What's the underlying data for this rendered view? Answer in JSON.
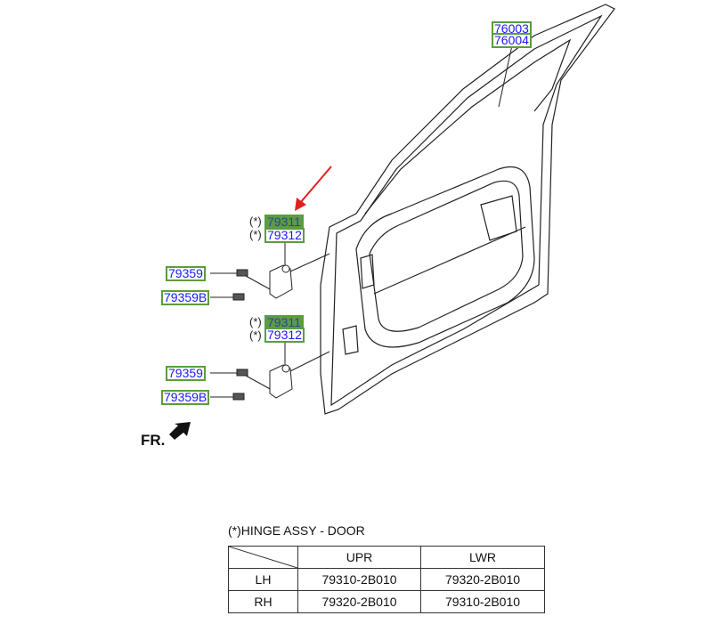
{
  "callouts": {
    "top_a": "76003",
    "top_b": "76004",
    "upper_hinge": {
      "star": "(*)",
      "a": "79311",
      "b": "79312",
      "bolt": "79359",
      "bolt_b": "79359B"
    },
    "lower_hinge": {
      "star": "(*)",
      "a": "79311",
      "b": "79312",
      "bolt": "79359",
      "bolt_b": "79359B"
    }
  },
  "front_indicator": "FR.",
  "hinge_table": {
    "title": "(*)HINGE ASSY - DOOR",
    "headers": [
      "",
      "UPR",
      "LWR"
    ],
    "rows": [
      [
        "LH",
        "79310-2B010",
        "79320-2B010"
      ],
      [
        "RH",
        "79320-2B010",
        "79310-2B010"
      ]
    ]
  },
  "colors": {
    "label_border": "#5a9e3a",
    "label_text": "#1a1aff",
    "highlight": "#5f9a47",
    "arrow": "#e02020"
  }
}
